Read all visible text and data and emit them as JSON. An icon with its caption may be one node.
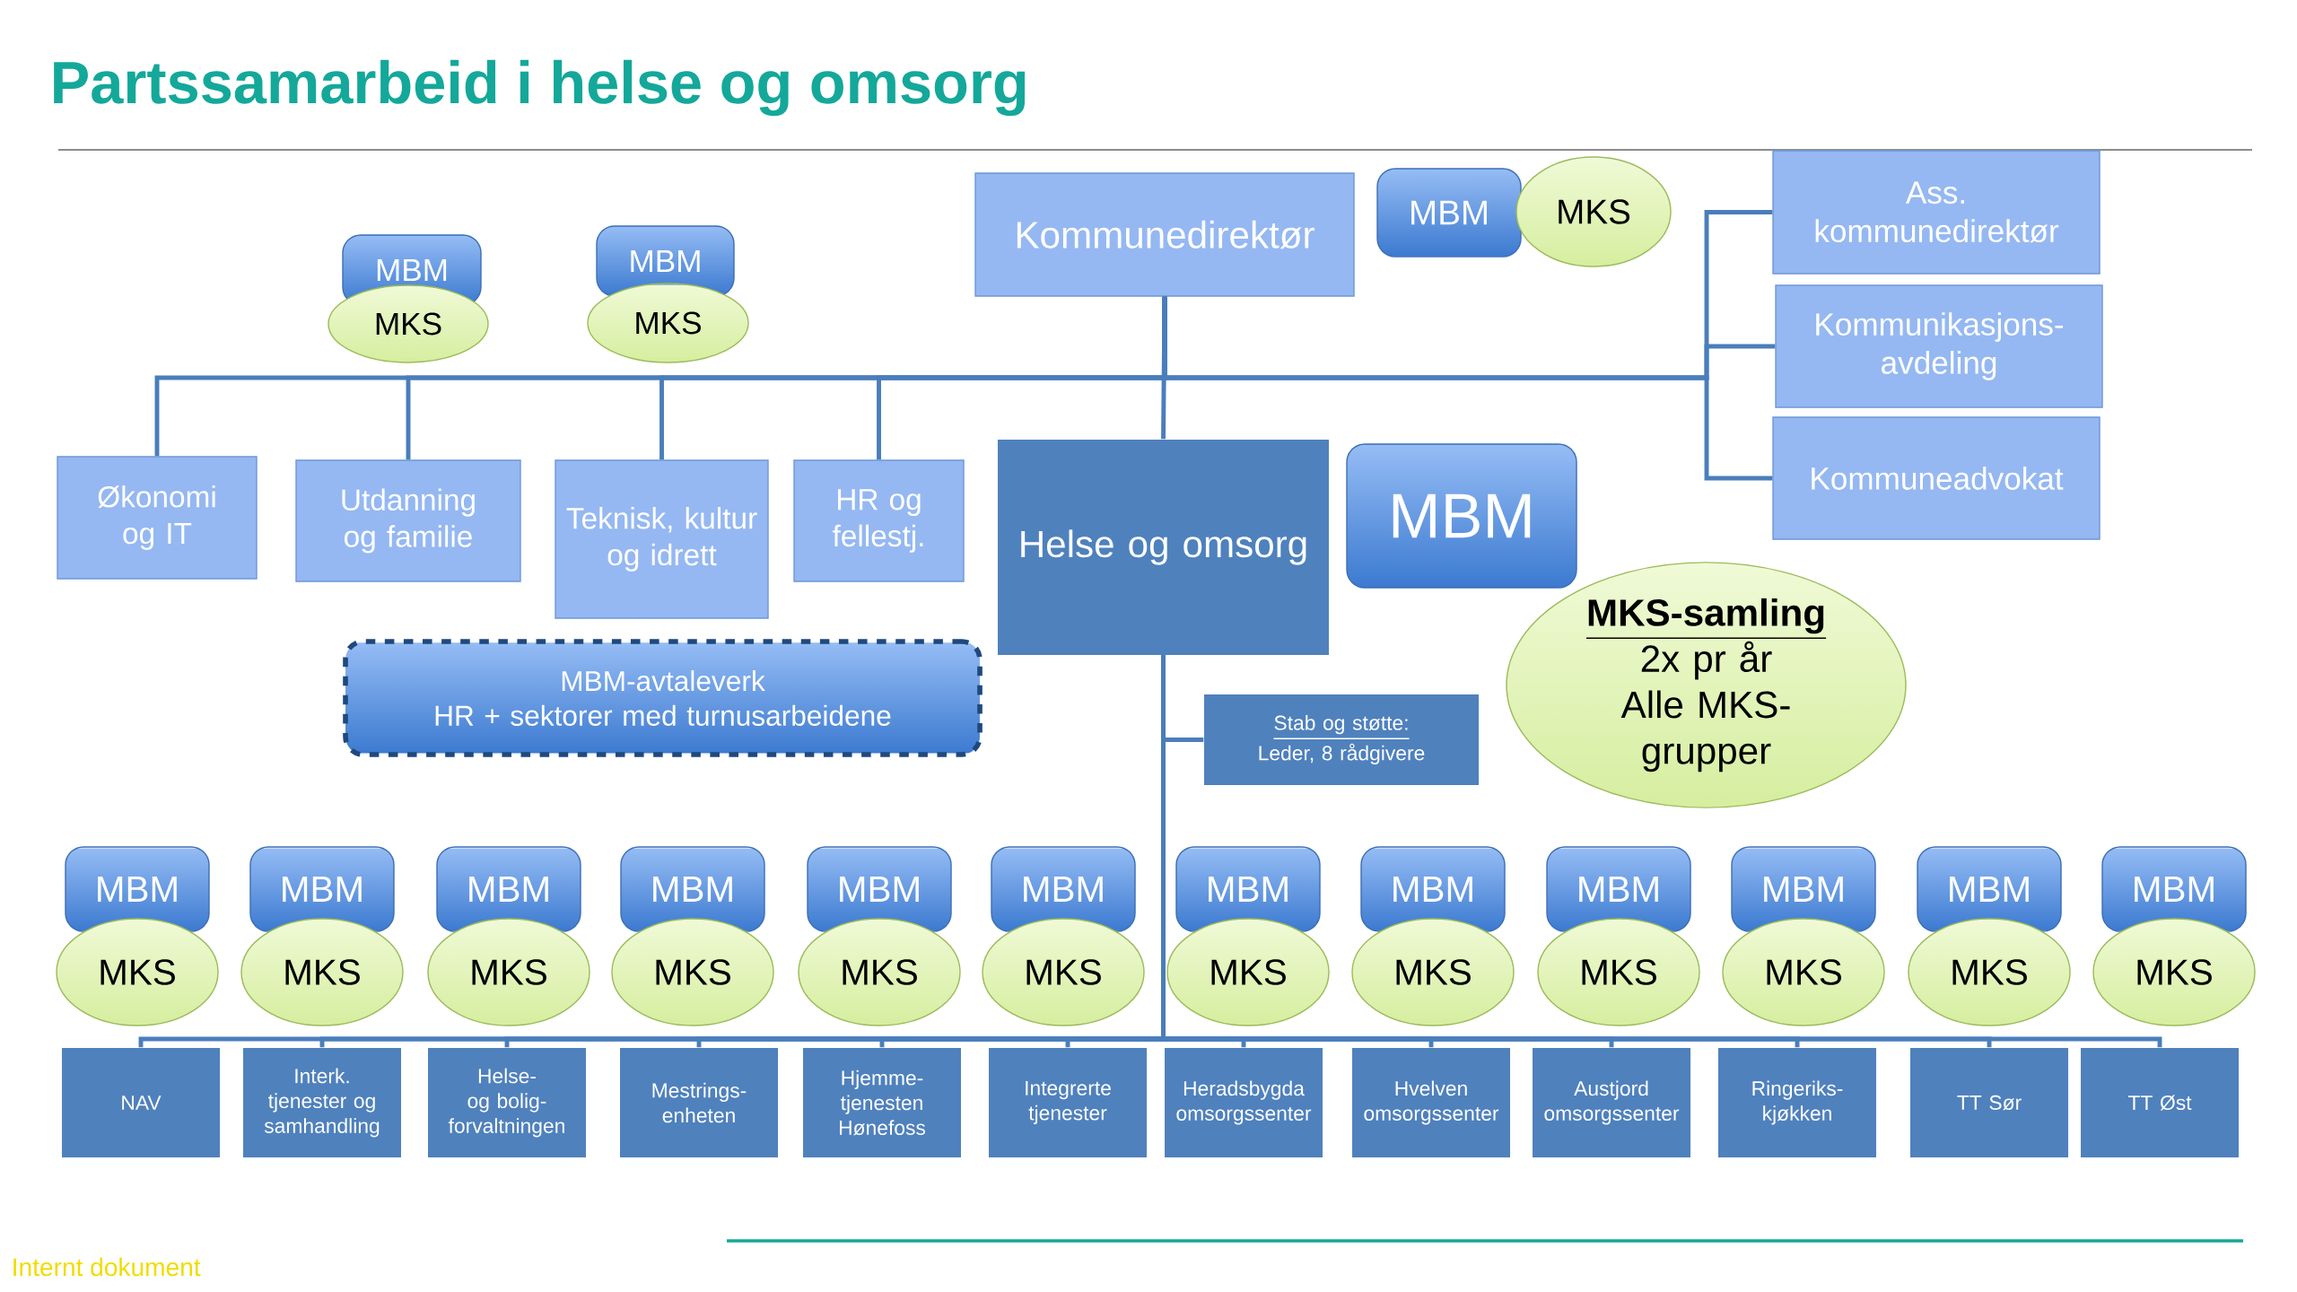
{
  "diagram": {
    "title": "Partssamarbeid i helse og omsorg",
    "nodes": [
      {
        "text": [
          "Kommunedirektør"
        ]
      },
      {
        "text": [
          "MBM"
        ]
      },
      {
        "text": [
          "MKS"
        ]
      },
      {
        "text": [
          "Ass. kommunedirektør"
        ]
      },
      {
        "text": [
          "Kommunikasjons-avdeling"
        ]
      },
      {
        "text": [
          "Kommuneadvokat"
        ]
      },
      {
        "text": [
          "MBM"
        ]
      },
      {
        "text": [
          "MKS"
        ]
      },
      {
        "text": [
          "MBM"
        ]
      },
      {
        "text": [
          "MKS"
        ]
      },
      {
        "text": [
          "Økonomi og IT"
        ]
      },
      {
        "text": [
          "Utdanning og familie"
        ]
      },
      {
        "text": [
          "Teknisk, kultur og idrett"
        ]
      },
      {
        "text": [
          "HR og fellestj."
        ]
      },
      {
        "text": [
          "Helse og omsorg"
        ]
      },
      {
        "text": [
          "MBM"
        ]
      },
      {
        "text": [
          "MBM-avtaleverk",
          "HR + sektorer med turnusarbeidene"
        ]
      },
      {
        "text": [
          "MKS-samling",
          "2x pr år",
          "Alle MKS-grupper"
        ]
      },
      {
        "text": [
          "Stab og støtte:",
          "Leder, 8 rådgivere"
        ]
      },
      {
        "text": [
          "MBM"
        ]
      },
      {
        "text": [
          "MBM"
        ]
      },
      {
        "text": [
          "MBM"
        ]
      },
      {
        "text": [
          "MBM"
        ]
      },
      {
        "text": [
          "MBM"
        ]
      },
      {
        "text": [
          "MBM"
        ]
      },
      {
        "text": [
          "MBM"
        ]
      },
      {
        "text": [
          "MBM"
        ]
      },
      {
        "text": [
          "MBM"
        ]
      },
      {
        "text": [
          "MBM"
        ]
      },
      {
        "text": [
          "MBM"
        ]
      },
      {
        "text": [
          "MBM"
        ]
      },
      {
        "text": [
          "MKS"
        ]
      },
      {
        "text": [
          "MKS"
        ]
      },
      {
        "text": [
          "MKS"
        ]
      },
      {
        "text": [
          "MKS"
        ]
      },
      {
        "text": [
          "MKS"
        ]
      },
      {
        "text": [
          "MKS"
        ]
      },
      {
        "text": [
          "MKS"
        ]
      },
      {
        "text": [
          "MKS"
        ]
      },
      {
        "text": [
          "MKS"
        ]
      },
      {
        "text": [
          "MKS"
        ]
      },
      {
        "text": [
          "MKS"
        ]
      },
      {
        "text": [
          "MKS"
        ]
      },
      {
        "text": [
          "NAV"
        ]
      },
      {
        "text": [
          "Interk. tjenester og samhandling"
        ]
      },
      {
        "text": [
          "Helse- og bolig-forvaltningen"
        ]
      },
      {
        "text": [
          "Mestrings-enheten"
        ]
      },
      {
        "text": [
          "Hjemme-tjenesten Hønefoss"
        ]
      },
      {
        "text": [
          "Integrerte tjenester"
        ]
      },
      {
        "text": [
          "Heradsbygda omsorgssenter"
        ]
      },
      {
        "text": [
          "Hvelven omsorgssenter"
        ]
      },
      {
        "text": [
          "Austjord omsorgssenter"
        ]
      },
      {
        "text": [
          "Ringeriks-kjøkken"
        ]
      },
      {
        "text": [
          "TT Sør"
        ]
      },
      {
        "text": [
          "TT Øst"
        ]
      }
    ],
    "edges": [
      {
        "from": 0,
        "to": 3,
        "arrow": "none"
      },
      {
        "from": 0,
        "to": 4,
        "arrow": "none"
      },
      {
        "from": 0,
        "to": 5,
        "arrow": "none"
      },
      {
        "from": 0,
        "to": 10,
        "arrow": "none"
      },
      {
        "from": 0,
        "to": 11,
        "arrow": "none"
      },
      {
        "from": 0,
        "to": 12,
        "arrow": "none"
      },
      {
        "from": 0,
        "to": 13,
        "arrow": "none"
      },
      {
        "from": 0,
        "to": 14,
        "arrow": "none"
      },
      {
        "from": 14,
        "to": 18,
        "arrow": "none"
      },
      {
        "from": 14,
        "to": 43,
        "arrow": "none"
      },
      {
        "from": 14,
        "to": 44,
        "arrow": "none"
      },
      {
        "from": 14,
        "to": 45,
        "arrow": "none"
      },
      {
        "from": 14,
        "to": 46,
        "arrow": "none"
      },
      {
        "from": 14,
        "to": 47,
        "arrow": "none"
      },
      {
        "from": 14,
        "to": 48,
        "arrow": "none"
      },
      {
        "from": 14,
        "to": 49,
        "arrow": "none"
      },
      {
        "from": 14,
        "to": 50,
        "arrow": "none"
      },
      {
        "from": 14,
        "to": 51,
        "arrow": "none"
      },
      {
        "from": 14,
        "to": 52,
        "arrow": "none"
      },
      {
        "from": 14,
        "to": 53,
        "arrow": "none"
      },
      {
        "from": 14,
        "to": 54,
        "arrow": "none"
      }
    ],
    "labels": [
      "Internt dokument"
    ]
  }
}
